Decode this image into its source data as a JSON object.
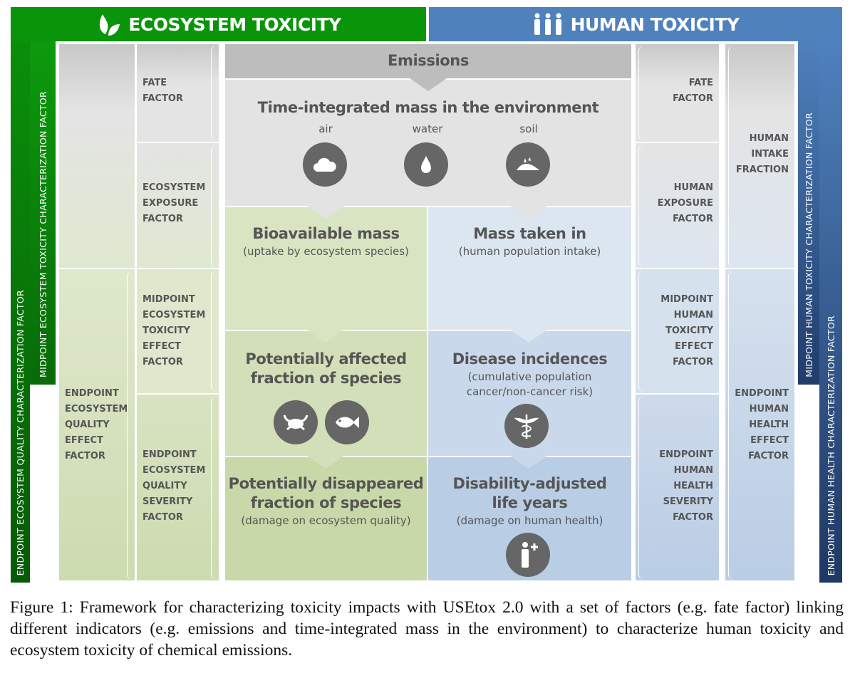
{
  "headers": {
    "ecosystem": "ECOSYSTEM TOXICITY",
    "human": "HUMAN TOXICITY"
  },
  "side_bars": {
    "eco_endpoint": "ENDPOINT ECOSYSTEM  QUALITY  CHARACTERIZATION  FACTOR",
    "eco_midpoint": "MIDPOINT ECOSYSTEM  TOXICITY CHARACTERIZATION  FACTOR",
    "human_midpoint": "MIDPOINT HUMAN TOXICITY CHARACTERIZATION  FACTOR",
    "human_endpoint": "ENDPOINT HUMAN  HEALTH  CHARACTERIZATION  FACTOR"
  },
  "eco_labels": {
    "fate": "FATE\nFACTOR",
    "exposure": "ECOSYSTEM\nEXPOSURE\nFACTOR",
    "effect": "MIDPOINT\nECOSYSTEM\nTOXICITY\nEFFECT\nFACTOR",
    "severity": "ENDPOINT\nECOSYSTEM\nQUALITY\nSEVERITY\nFACTOR",
    "endpoint_effect": "ENDPOINT\nECOSYSTEM\nQUALITY\nEFFECT\nFACTOR"
  },
  "human_labels": {
    "fate": "FATE\nFACTOR",
    "exposure": "HUMAN\nEXPOSURE\nFACTOR",
    "effect": "MIDPOINT\nHUMAN\nTOXICITY\nEFFECT\nFACTOR",
    "severity": "ENDPOINT\nHUMAN\nHEALTH\nSEVERITY\nFACTOR",
    "intake": "HUMAN\nINTAKE\nFRACTION",
    "endpoint_effect": "ENDPOINT\nHUMAN\nHEALTH\nEFFECT\nFACTOR"
  },
  "center": {
    "emissions": "Emissions",
    "time_integrated": "Time-integrated mass in the environment",
    "compartments": [
      "air",
      "water",
      "soil"
    ],
    "bioavailable": {
      "title": "Bioavailable mass",
      "sub": "(uptake by ecosystem species)"
    },
    "taken_in": {
      "title": "Mass taken in",
      "sub": "(human population intake)"
    },
    "affected": {
      "title": "Potentially affected\nfraction of species"
    },
    "disease": {
      "title": "Disease incidences",
      "sub": "(cumulative population\ncancer/non-cancer risk)"
    },
    "disappeared": {
      "title": "Potentially disappeared\nfraction of species",
      "sub": "(damage on ecosystem quality)"
    },
    "daly": {
      "title": "Disability-adjusted\nlife years",
      "sub": "(damage on human health)"
    }
  },
  "caption": "Figure 1: Framework for characterizing toxicity impacts with USEtox 2.0 with a set of factors (e.g. fate factor) linking different indicators (e.g. emissions and time-integrated mass in the environment) to characterize human toxicity and ecosystem toxicity of chemical emissions.",
  "colors": {
    "green": "#0a8f0a",
    "blue": "#4f81bd",
    "navy": "#1f3864"
  }
}
